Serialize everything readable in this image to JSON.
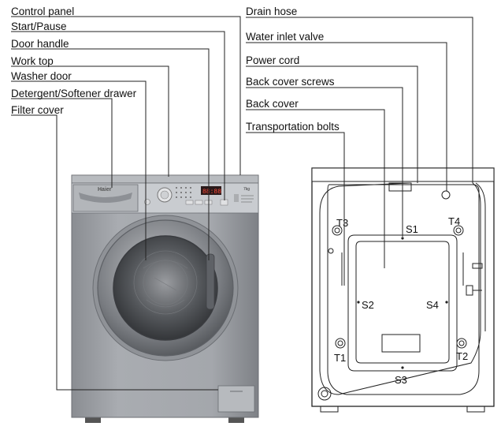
{
  "front_labels": {
    "control_panel": "Control panel",
    "start_pause": "Start/Pause",
    "door_handle": "Door handle",
    "work_top": "Work top",
    "washer_door": "Washer door",
    "detergent_drawer": "Detergent/Softener drawer",
    "filter_cover": "Filter cover"
  },
  "back_labels": {
    "drain_hose": "Drain hose",
    "water_inlet_valve": "Water inlet valve",
    "power_cord": "Power cord",
    "back_cover_screws": "Back cover screws",
    "back_cover": "Back cover",
    "transportation_bolts": "Transportation bolts"
  },
  "markers": {
    "t1": "T1",
    "t2": "T2",
    "t3": "T3",
    "t4": "T4",
    "s1": "S1",
    "s2": "S2",
    "s3": "S3",
    "s4": "S4"
  },
  "panel_text": {
    "brand": "Haier",
    "display": "88:88",
    "capacity": "7kg"
  },
  "colors": {
    "body": "#9ea1a6",
    "body_dark": "#7d8085",
    "panel": "#c9ccd0",
    "door_ring": "#5e6166",
    "glass": "#3a3c40",
    "display_bg": "#2a1a1a",
    "display_text": "#ff4a3a"
  }
}
